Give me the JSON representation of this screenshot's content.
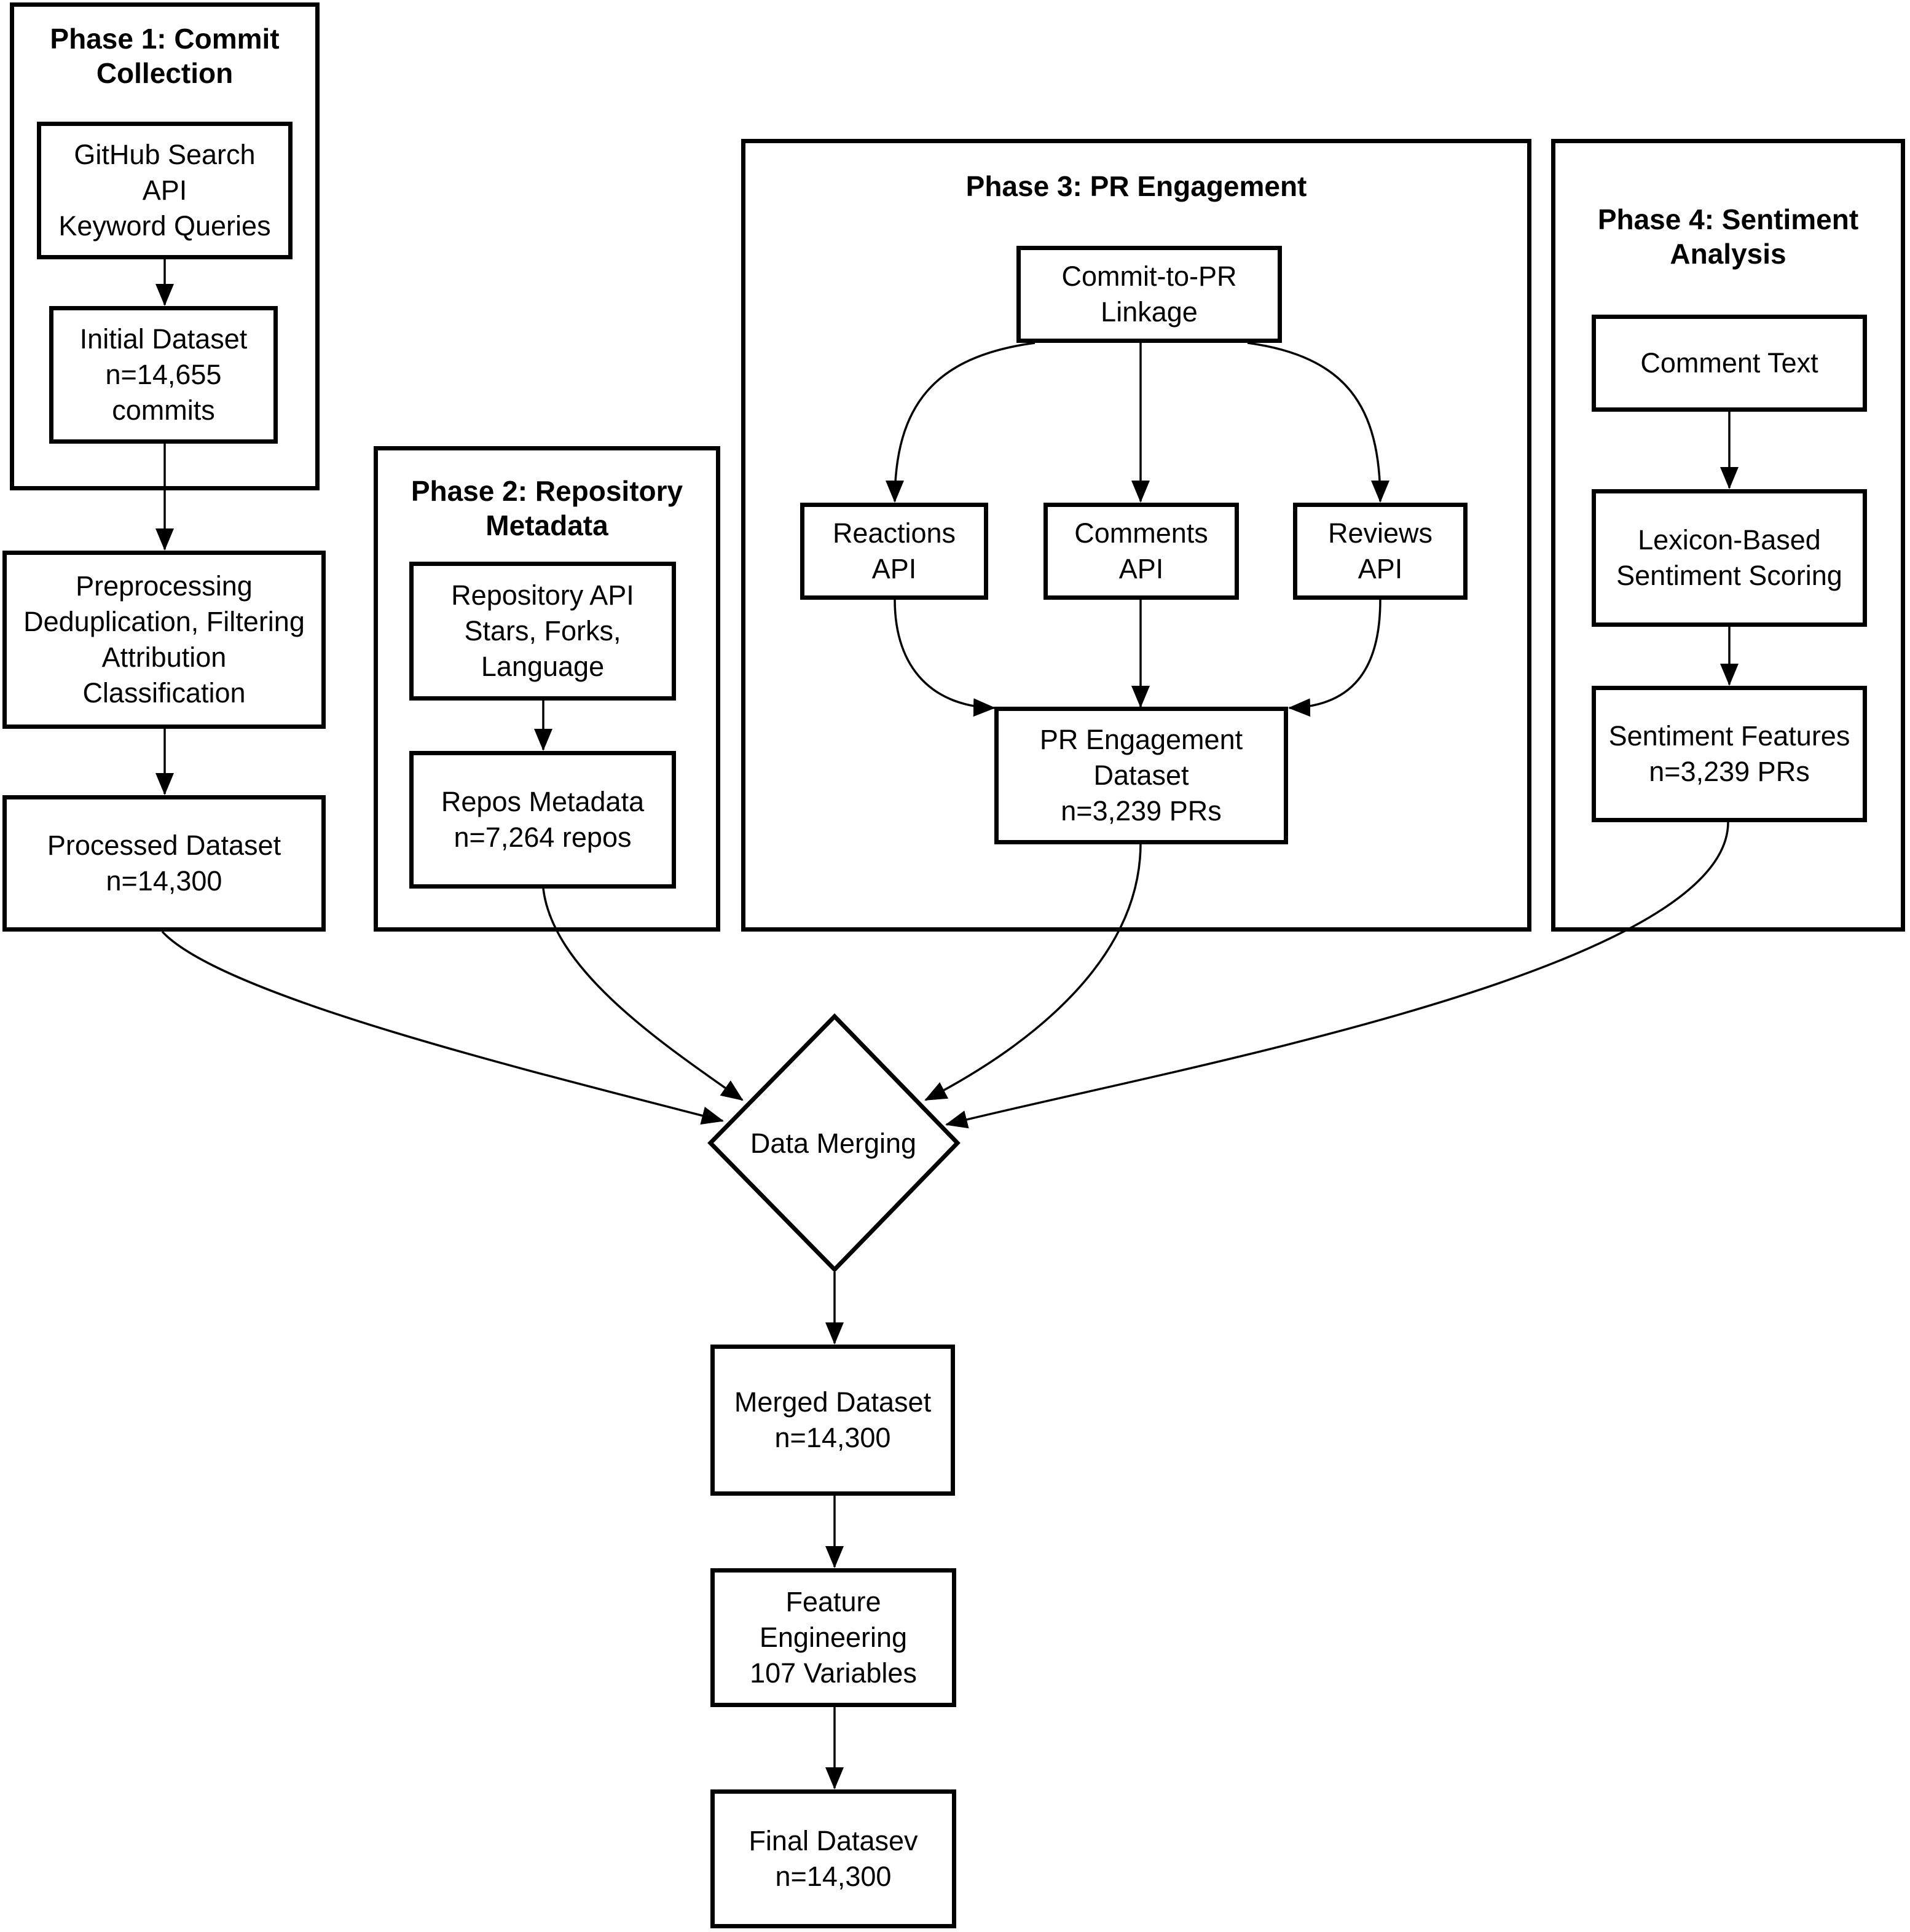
{
  "phases": {
    "p1": {
      "title": "Phase 1: Commit\nCollection"
    },
    "p2": {
      "title": "Phase 2: Repository\nMetadata"
    },
    "p3": {
      "title": "Phase 3: PR Engagement"
    },
    "p4": {
      "title": "Phase 4: Sentiment\nAnalysis"
    }
  },
  "nodes": {
    "github_search": "GitHub Search\nAPI\nKeyword Queries",
    "initial_dataset": "Initial Dataset\nn=14,655\ncommits",
    "preprocessing": "Preprocessing\nDeduplication, Filtering\nAttribution\nClassification",
    "processed_dataset": "Processed Dataset\nn=14,300",
    "repository_api": "Repository API\nStars, Forks,\nLanguage",
    "repos_metadata": "Repos Metadata\nn=7,264 repos",
    "commit_to_pr": "Commit-to-PR\nLinkage",
    "reactions_api": "Reactions\nAPI",
    "comments_api": "Comments\nAPI",
    "reviews_api": "Reviews\nAPI",
    "pr_engagement_dataset": "PR Engagement\nDataset\nn=3,239 PRs",
    "comment_text": "Comment Text",
    "lexicon_scoring": "Lexicon-Based\nSentiment Scoring",
    "sentiment_features": "Sentiment Features\nn=3,239 PRs",
    "data_merging": "Data Merging",
    "merged_dataset": "Merged Dataset\nn=14,300",
    "feature_engineering": "Feature\nEngineering\n107 Variables",
    "final_dataset": "Final Datasev\nn=14,300"
  }
}
